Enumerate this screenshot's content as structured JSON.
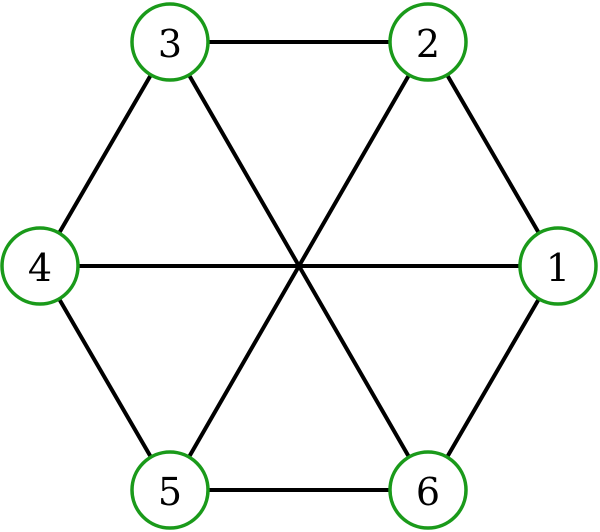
{
  "graph": {
    "nodes": [
      {
        "id": "1",
        "label": "1"
      },
      {
        "id": "2",
        "label": "2"
      },
      {
        "id": "3",
        "label": "3"
      },
      {
        "id": "4",
        "label": "4"
      },
      {
        "id": "5",
        "label": "5"
      },
      {
        "id": "6",
        "label": "6"
      }
    ],
    "edges": [
      [
        "1",
        "2"
      ],
      [
        "2",
        "3"
      ],
      [
        "3",
        "4"
      ],
      [
        "4",
        "5"
      ],
      [
        "5",
        "6"
      ],
      [
        "6",
        "1"
      ],
      [
        "1",
        "4"
      ],
      [
        "2",
        "5"
      ],
      [
        "3",
        "6"
      ]
    ],
    "colors": {
      "node_stroke": "#1a9a1a",
      "node_fill": "#ffffff",
      "edge": "#000000",
      "label": "#000000"
    }
  }
}
